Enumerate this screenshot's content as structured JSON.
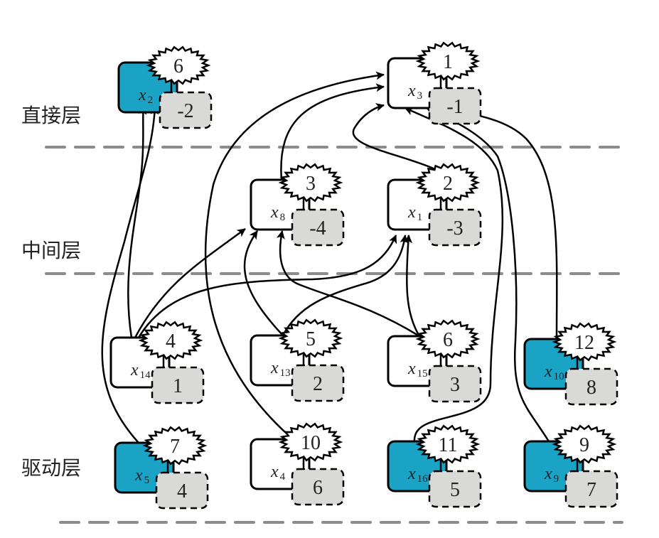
{
  "colors": {
    "driver_fill": "#1ba3c6",
    "normal_fill": "#ffffff",
    "tag_fill": "#d9dad8",
    "divider": "#8c8c8c",
    "stroke": "#000000"
  },
  "layers": [
    {
      "id": "direct",
      "label": "直接层"
    },
    {
      "id": "middle",
      "label": "中间层"
    },
    {
      "id": "driver",
      "label": "驱动层"
    }
  ],
  "nodes": [
    {
      "id": "x2",
      "var": "x",
      "sub": "2",
      "burst": "6",
      "tag": "-2",
      "highlighted": true,
      "layer": "direct"
    },
    {
      "id": "x3",
      "var": "x",
      "sub": "3",
      "burst": "1",
      "tag": "-1",
      "highlighted": false,
      "layer": "direct"
    },
    {
      "id": "x8",
      "var": "x",
      "sub": "8",
      "burst": "3",
      "tag": "-4",
      "highlighted": false,
      "layer": "middle"
    },
    {
      "id": "x1",
      "var": "x",
      "sub": "1",
      "burst": "2",
      "tag": "-3",
      "highlighted": false,
      "layer": "middle"
    },
    {
      "id": "x14",
      "var": "x",
      "sub": "14",
      "burst": "4",
      "tag": "1",
      "highlighted": false,
      "layer": "driver-upper"
    },
    {
      "id": "x13",
      "var": "x",
      "sub": "13",
      "burst": "5",
      "tag": "2",
      "highlighted": false,
      "layer": "driver-upper"
    },
    {
      "id": "x15",
      "var": "x",
      "sub": "15",
      "burst": "6",
      "tag": "3",
      "highlighted": false,
      "layer": "driver-upper"
    },
    {
      "id": "x10",
      "var": "x",
      "sub": "10",
      "burst": "12",
      "tag": "8",
      "highlighted": true,
      "layer": "driver-upper"
    },
    {
      "id": "x5",
      "var": "x",
      "sub": "5",
      "burst": "7",
      "tag": "4",
      "highlighted": true,
      "layer": "driver"
    },
    {
      "id": "x4",
      "var": "x",
      "sub": "4",
      "burst": "10",
      "tag": "6",
      "highlighted": false,
      "layer": "driver"
    },
    {
      "id": "x16",
      "var": "x",
      "sub": "16",
      "burst": "11",
      "tag": "5",
      "highlighted": true,
      "layer": "driver"
    },
    {
      "id": "x9",
      "var": "x",
      "sub": "9",
      "burst": "9",
      "tag": "7",
      "highlighted": true,
      "layer": "driver"
    }
  ],
  "edges": [
    {
      "from": "x14",
      "to": "x2"
    },
    {
      "from": "x5",
      "to": "x2"
    },
    {
      "from": "x4",
      "to": "x3"
    },
    {
      "from": "x8",
      "to": "x3"
    },
    {
      "from": "x1",
      "to": "x3"
    },
    {
      "from": "x16",
      "to": "x3"
    },
    {
      "from": "x9",
      "to": "x3"
    },
    {
      "from": "x10",
      "to": "x3"
    },
    {
      "from": "x14",
      "to": "x8"
    },
    {
      "from": "x13",
      "to": "x8"
    },
    {
      "from": "x15",
      "to": "x8"
    },
    {
      "from": "x14",
      "to": "x1"
    },
    {
      "from": "x13",
      "to": "x1"
    },
    {
      "from": "x15",
      "to": "x1"
    }
  ]
}
